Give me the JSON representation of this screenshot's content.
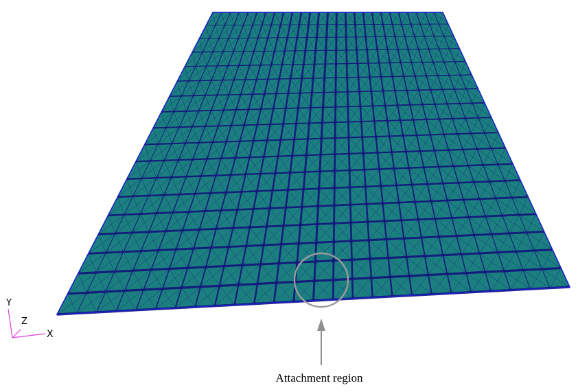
{
  "figure": {
    "annotation": "Attachment region",
    "colors": {
      "background": "#ffffff",
      "mesh_fill": "#1b7f80",
      "mesh_lines": "#13147a",
      "mesh_outline": "#1a22c8",
      "callout": "#9a9a9a",
      "axis_lines": "#e040e0",
      "axis_text": "#000000"
    },
    "mesh": {
      "columns": 26,
      "rows": 18,
      "element_type": "triangulated-quad"
    }
  },
  "triad": {
    "y_label": "Y",
    "z_label": "Z",
    "x_label": "X"
  }
}
